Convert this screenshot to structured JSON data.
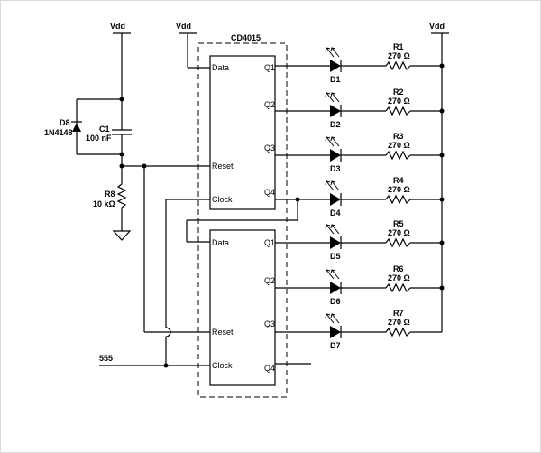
{
  "supply": {
    "vdd": "Vdd"
  },
  "ic": {
    "name": "CD4015"
  },
  "chip_top": {
    "data": "Data",
    "reset": "Reset",
    "clock": "Clock",
    "q1": "Q1",
    "q2": "Q2",
    "q3": "Q3",
    "q4": "Q4"
  },
  "chip_bottom": {
    "data": "Data",
    "reset": "Reset",
    "clock": "Clock",
    "q1": "Q1",
    "q2": "Q2",
    "q3": "Q3",
    "q4": "Q4"
  },
  "d8": {
    "ref": "D8",
    "part": "1N4148"
  },
  "c1": {
    "ref": "C1",
    "value": "100 nF"
  },
  "r8": {
    "ref": "R8",
    "value": "10 kΩ"
  },
  "input": {
    "label": "555"
  },
  "leds": [
    "D1",
    "D2",
    "D3",
    "D4",
    "D5",
    "D6",
    "D7"
  ],
  "resistors": [
    {
      "ref": "R1",
      "value": "270 Ω"
    },
    {
      "ref": "R2",
      "value": "270 Ω"
    },
    {
      "ref": "R3",
      "value": "270 Ω"
    },
    {
      "ref": "R4",
      "value": "270 Ω"
    },
    {
      "ref": "R5",
      "value": "270 Ω"
    },
    {
      "ref": "R6",
      "value": "270 Ω"
    },
    {
      "ref": "R7",
      "value": "270 Ω"
    }
  ]
}
